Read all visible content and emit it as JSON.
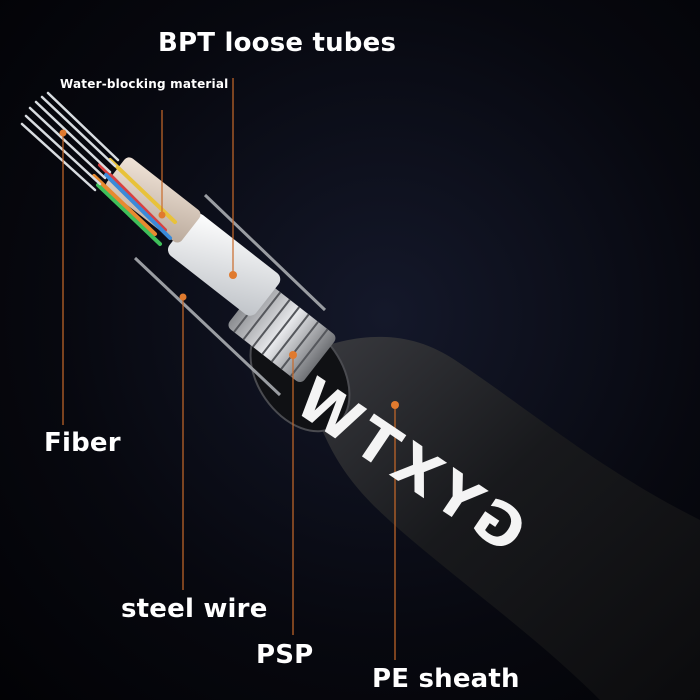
{
  "labels": {
    "bpt_loose_tubes": "BPT loose tubes",
    "water_blocking": "Water-blocking material",
    "fiber": "Fiber",
    "steel_wire": "steel wire",
    "psp": "PSP",
    "pe_sheath": "PE sheath"
  },
  "sheath_marking": "GYXTW",
  "colors": {
    "background": "#05060c",
    "leader_line": "#c96a2a",
    "marker_dot": "#e07a2e",
    "sheath": "#1a1b1f",
    "label_text": "#ffffff"
  }
}
